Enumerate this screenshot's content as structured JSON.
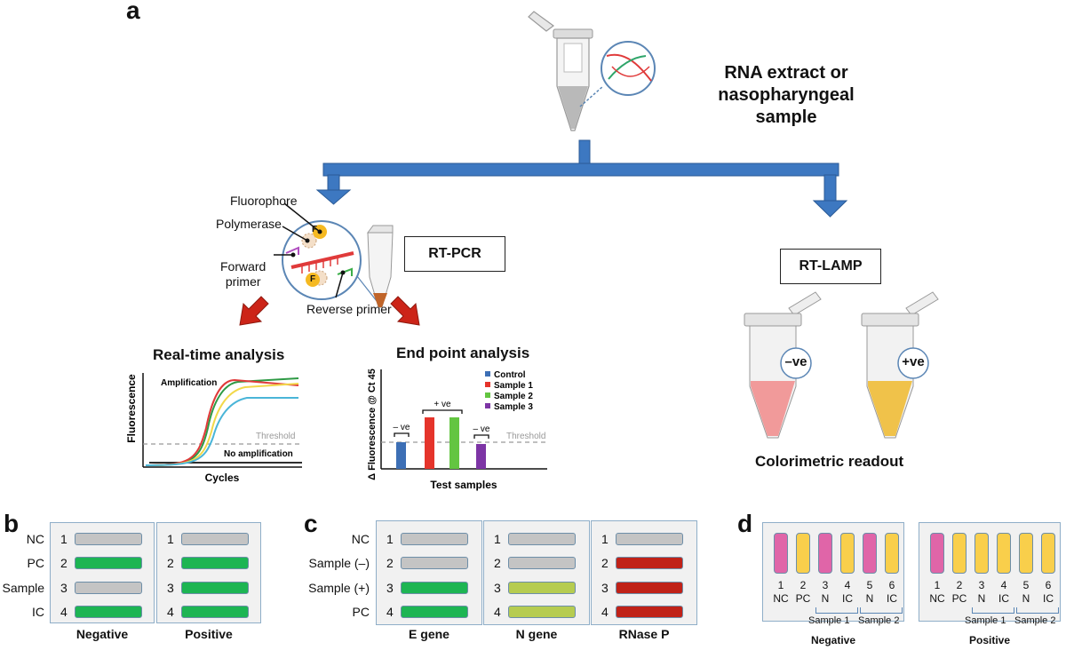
{
  "panel_labels": {
    "a": "a",
    "b": "b",
    "c": "c",
    "d": "d"
  },
  "top": {
    "sample_line1": "RNA extract or",
    "sample_line2": "nasopharyngeal sample"
  },
  "rtpcr": {
    "box": "RT-PCR",
    "fluorophore": "Fluorophore",
    "polymerase": "Polymerase",
    "forward1": "Forward",
    "forward2": "primer",
    "reverse": "Reverse primer",
    "f_letter": "F"
  },
  "rtlamp": {
    "box": "RT-LAMP",
    "neg": "–ve",
    "pos": "+ve",
    "readout": "Colorimetric readout"
  },
  "realtime": {
    "title": "Real-time analysis",
    "ylabel": "Fluorescence",
    "xlabel": "Cycles",
    "amp": "Amplification",
    "noamp": "No amplification",
    "threshold": "Threshold"
  },
  "endpoint": {
    "title": "End point analysis",
    "ylabel": "Δ Fluorescence @ Ct 45",
    "xlabel": "Test samples",
    "threshold": "Threshold",
    "neg_left": "– ve",
    "pos": "+ ve",
    "neg_right": "– ve",
    "legend": [
      {
        "name": "Control",
        "color": "#3d6fb5"
      },
      {
        "name": "Sample 1",
        "color": "#e5342b"
      },
      {
        "name": "Sample 2",
        "color": "#63c541"
      },
      {
        "name": "Sample 3",
        "color": "#7d35a5"
      }
    ]
  },
  "panel_b": {
    "rows": [
      "NC",
      "PC",
      "Sample",
      "IC"
    ],
    "nums": [
      "1",
      "2",
      "3",
      "4"
    ],
    "strips": [
      {
        "caption": "Negative",
        "states": [
          "gray",
          "green",
          "gray",
          "green"
        ]
      },
      {
        "caption": "Positive",
        "states": [
          "gray",
          "green",
          "green",
          "green"
        ]
      }
    ]
  },
  "panel_c": {
    "rows": [
      "NC",
      "Sample (–)",
      "Sample (+)",
      "PC"
    ],
    "nums": [
      "1",
      "2",
      "3",
      "4"
    ],
    "strips": [
      {
        "caption": "E gene",
        "states": [
          "gray",
          "gray",
          "green",
          "green"
        ]
      },
      {
        "caption": "N gene",
        "states": [
          "gray",
          "gray",
          "lime",
          "lime"
        ]
      },
      {
        "caption": "RNase P",
        "states": [
          "gray",
          "red",
          "red",
          "red"
        ]
      }
    ]
  },
  "panel_d": {
    "groups": [
      {
        "caption": "Negative",
        "colors": [
          "pink",
          "yellow",
          "pink",
          "yellow",
          "pink",
          "yellow"
        ]
      },
      {
        "caption": "Positive",
        "colors": [
          "pink",
          "yellow",
          "yellow",
          "yellow",
          "yellow",
          "yellow"
        ]
      }
    ],
    "nums": [
      "1",
      "2",
      "3",
      "4",
      "5",
      "6"
    ],
    "labels": [
      "NC",
      "PC",
      "N",
      "IC",
      "N",
      "IC"
    ],
    "sample1": "Sample 1",
    "sample2": "Sample 2"
  },
  "colors": {
    "gray": "#c4c4c4",
    "green": "#1db553",
    "lime": "#b6cc50",
    "red": "#c02218",
    "pink": "#e065a8",
    "yellow": "#f9cf4b",
    "arrow_blue": "#3d78c1",
    "arrow_red": "#cc2418"
  }
}
